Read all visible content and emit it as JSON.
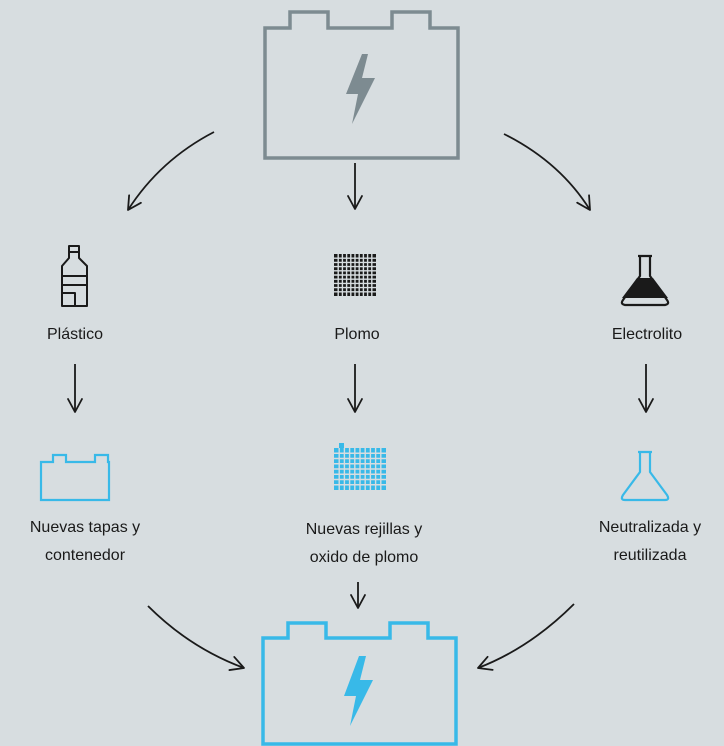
{
  "colors": {
    "background": "#d7dde0",
    "old_battery": "#7d8b91",
    "new_battery": "#38b9e8",
    "ink": "#1a1a1a"
  },
  "sources": [
    {
      "label": "Plástico",
      "icon": "plastic-bottle-icon"
    },
    {
      "label": "Plomo",
      "icon": "lead-grid-icon"
    },
    {
      "label": "Electrolito",
      "icon": "filled-flask-icon"
    }
  ],
  "results": [
    {
      "label_line1": "Nuevas tapas y",
      "label_line2": "contenedor",
      "icon": "battery-case-icon"
    },
    {
      "label_line1": "Nuevas rejillas y",
      "label_line2": "oxido de plomo",
      "icon": "new-grid-icon"
    },
    {
      "label_line1": "Neutralizada y",
      "label_line2": "reutilizada",
      "icon": "empty-flask-icon"
    }
  ],
  "top_battery": {
    "icon": "old-battery-icon"
  },
  "bottom_battery": {
    "icon": "new-battery-icon"
  }
}
